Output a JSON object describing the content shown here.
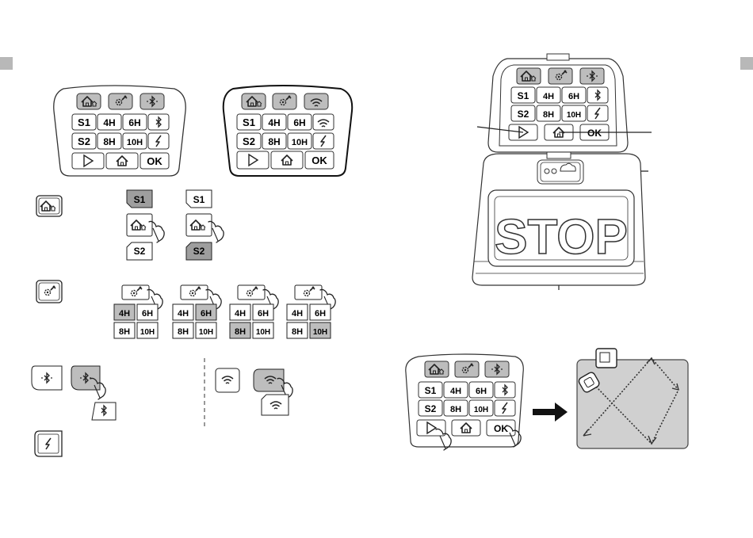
{
  "keypad": {
    "row1": [
      "S1",
      "4H",
      "6H"
    ],
    "row2": [
      "S2",
      "8H",
      "10H"
    ],
    "ok": "OK"
  },
  "seq_keys": {
    "s1": "S1",
    "s2": "S2"
  },
  "grid_4": {
    "a": "4H",
    "b": "6H",
    "c": "8H",
    "d": "10H"
  },
  "stop_label": "STOP",
  "colors": {
    "shaded": "#bdbdbd",
    "dark": "#9e9e9e",
    "area": "#d0d0d0",
    "tab": "#b8b8b8"
  },
  "icons": [
    "home-icon",
    "settings-icon",
    "bluetooth-icon",
    "wifi-icon",
    "lightning-icon",
    "play-icon",
    "rain-sensor-icon",
    "hand-icon",
    "arrow-right-icon"
  ]
}
